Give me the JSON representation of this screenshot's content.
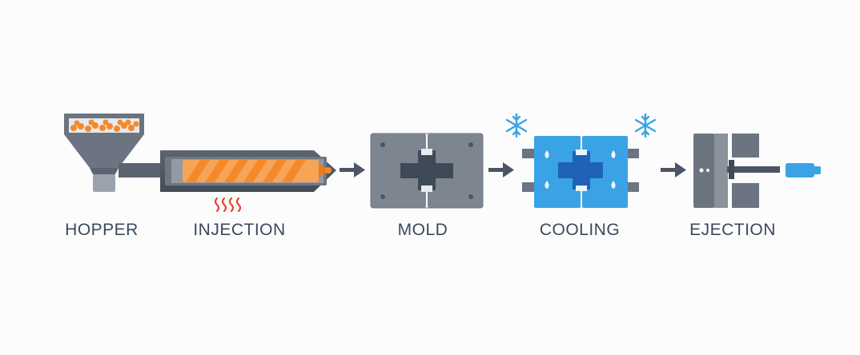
{
  "colors": {
    "steel_dark": "#4b5563",
    "steel": "#6b7480",
    "steel_light": "#9aa2ad",
    "orange": "#f5892a",
    "heat_red": "#e8452b",
    "cool_blue": "#3aa3e6",
    "deep_blue": "#1f62b8",
    "label": "#3b4a5c"
  },
  "steps": [
    {
      "label": "HOPPER",
      "icon": "hopper-icon"
    },
    {
      "label": "INJECTION",
      "icon": "injection-barrel-icon"
    },
    {
      "label": "MOLD",
      "icon": "mold-icon"
    },
    {
      "label": "COOLING",
      "icon": "cooling-mold-icon"
    },
    {
      "label": "EJECTION",
      "icon": "ejection-icon"
    }
  ]
}
